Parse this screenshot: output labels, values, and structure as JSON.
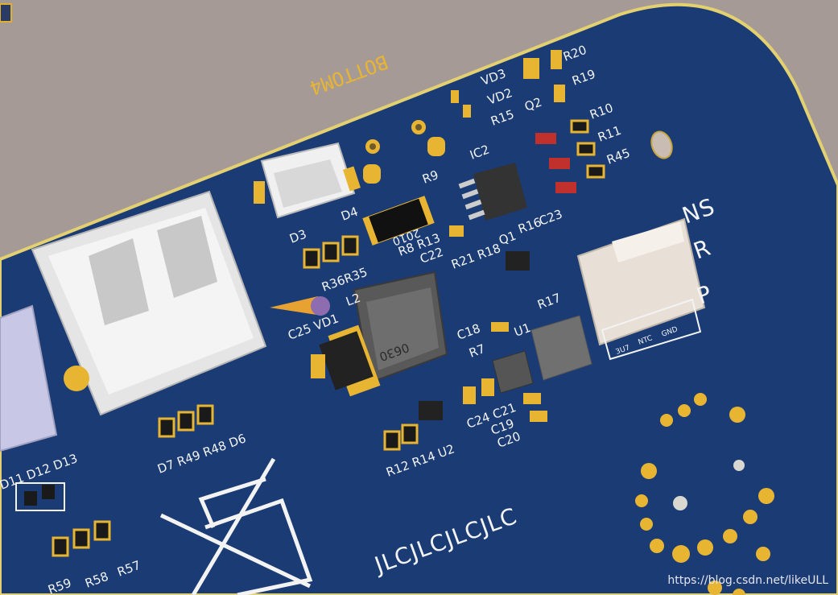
{
  "view": {
    "layer_label": "BOTTOM4",
    "watermark": "https://blog.csdn.net/likeULL",
    "colors": {
      "board": "#1a3b74",
      "background": "#a69a97",
      "silkscreen": "#f3f3f3",
      "pad": "#e8b532"
    }
  },
  "board": {
    "logo_text": "JLCJLCJLCJLC",
    "inductor_marking": "0630",
    "resistor_marking": "2010",
    "connector_pins": [
      "3U7",
      "NTC",
      "GND"
    ],
    "edge_labels": [
      "NS",
      "R",
      "P"
    ],
    "designators": {
      "vd3": "VD3",
      "vd2": "VD2",
      "r15": "R15",
      "r20": "R20",
      "r19": "R19",
      "q2": "Q2",
      "r10": "R10",
      "r11": "R11",
      "r45": "R45",
      "ic2": "IC2",
      "r9": "R9",
      "d4": "D4",
      "d3": "D3",
      "r8r13": "R8 R13",
      "c22": "C22",
      "r36r35": "R36R35",
      "r21r18": "R21 R18",
      "q1": "Q1",
      "r16": "R16",
      "c23": "C23",
      "r17": "R17",
      "l2": "L2",
      "c25vd1": "C25 VD1",
      "c18": "C18",
      "r7": "R7",
      "u1": "U1",
      "c24c21": "C24 C21",
      "c19": "C19",
      "c20": "C20",
      "r12r14u2": "R12 R14 U2",
      "d7group": "D7 R49 R48 D6",
      "d11group": "D11 D12 D13",
      "r59": "R59",
      "r58": "R58",
      "r57": "R57"
    }
  }
}
